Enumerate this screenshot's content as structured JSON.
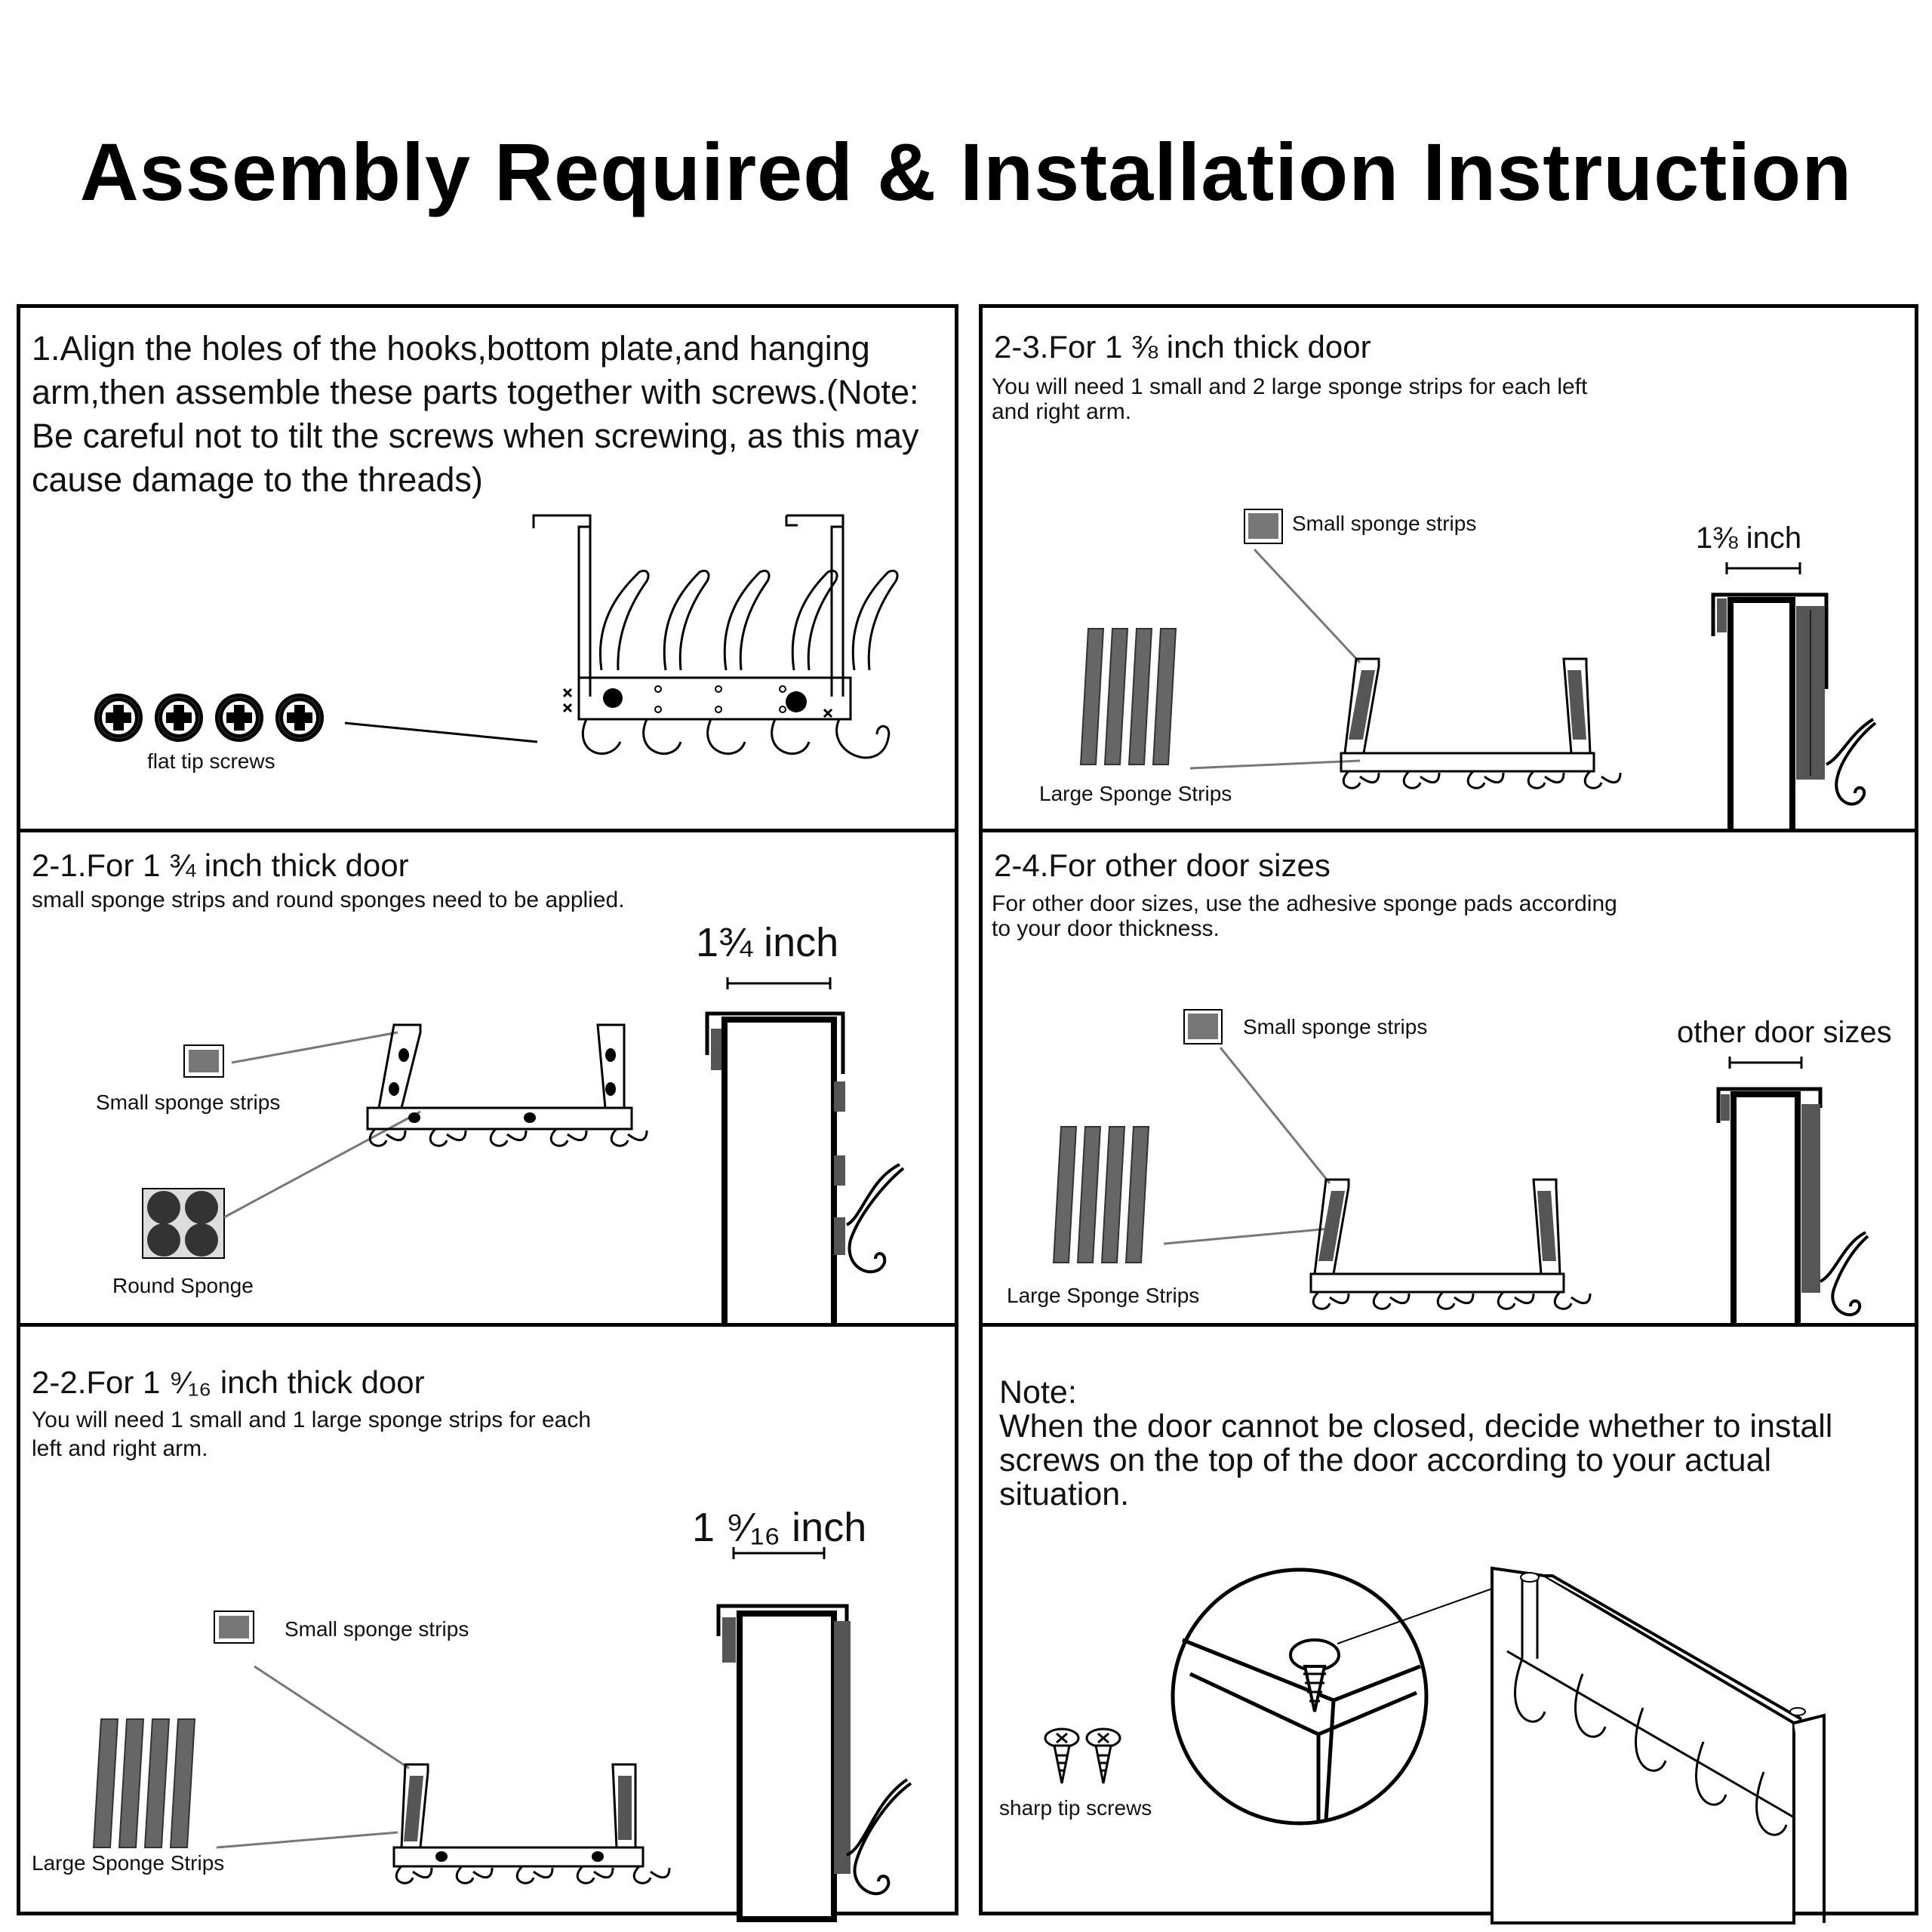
{
  "title": "Assembly Required & Installation Instruction",
  "step1": {
    "text": "1.Align the holes of the hooks,bottom plate,and hanging\narm,then assemble these parts together with screws.(Note:\nBe careful not to tilt the screws when screwing, as this may\ncause damage to the threads)",
    "screws_label": "flat tip screws"
  },
  "step2_1": {
    "heading": "2-1.For 1 ¾ inch thick door",
    "sub": "small sponge strips and round sponges need to be applied.",
    "small_label": "Small sponge strips",
    "round_label": "Round Sponge",
    "measure": "1¾ inch"
  },
  "step2_2": {
    "heading": "2-2.For 1 ⁹⁄₁₆ inch thick door",
    "sub": "You will need 1 small and 1 large sponge strips for each\nleft  and right arm.",
    "small_label": "Small sponge strips",
    "large_label": "Large Sponge Strips",
    "measure": "1 ⁹⁄₁₆ inch"
  },
  "step2_3": {
    "heading": "2-3.For 1 ⅜ inch thick door",
    "sub": "You will need 1 small and 2 large sponge strips for each left\nand right arm.",
    "small_label": "Small sponge strips",
    "large_label": "Large Sponge Strips",
    "measure": "1⅜ inch"
  },
  "step2_4": {
    "heading": "2-4.For other door sizes",
    "sub": "For other door sizes, use the adhesive sponge pads according\nto your door thickness.",
    "small_label": "Small sponge strips",
    "large_label": "Large Sponge Strips",
    "measure": "other door sizes"
  },
  "note": {
    "heading": "Note:",
    "text": "When the door cannot be closed, decide whether to install\nscrews on the top of the door according to your actual\nsituation.",
    "screws_label": "sharp tip screws"
  },
  "colors": {
    "ink": "#000000",
    "sponge": "#555555",
    "sponge_light": "#888888"
  }
}
